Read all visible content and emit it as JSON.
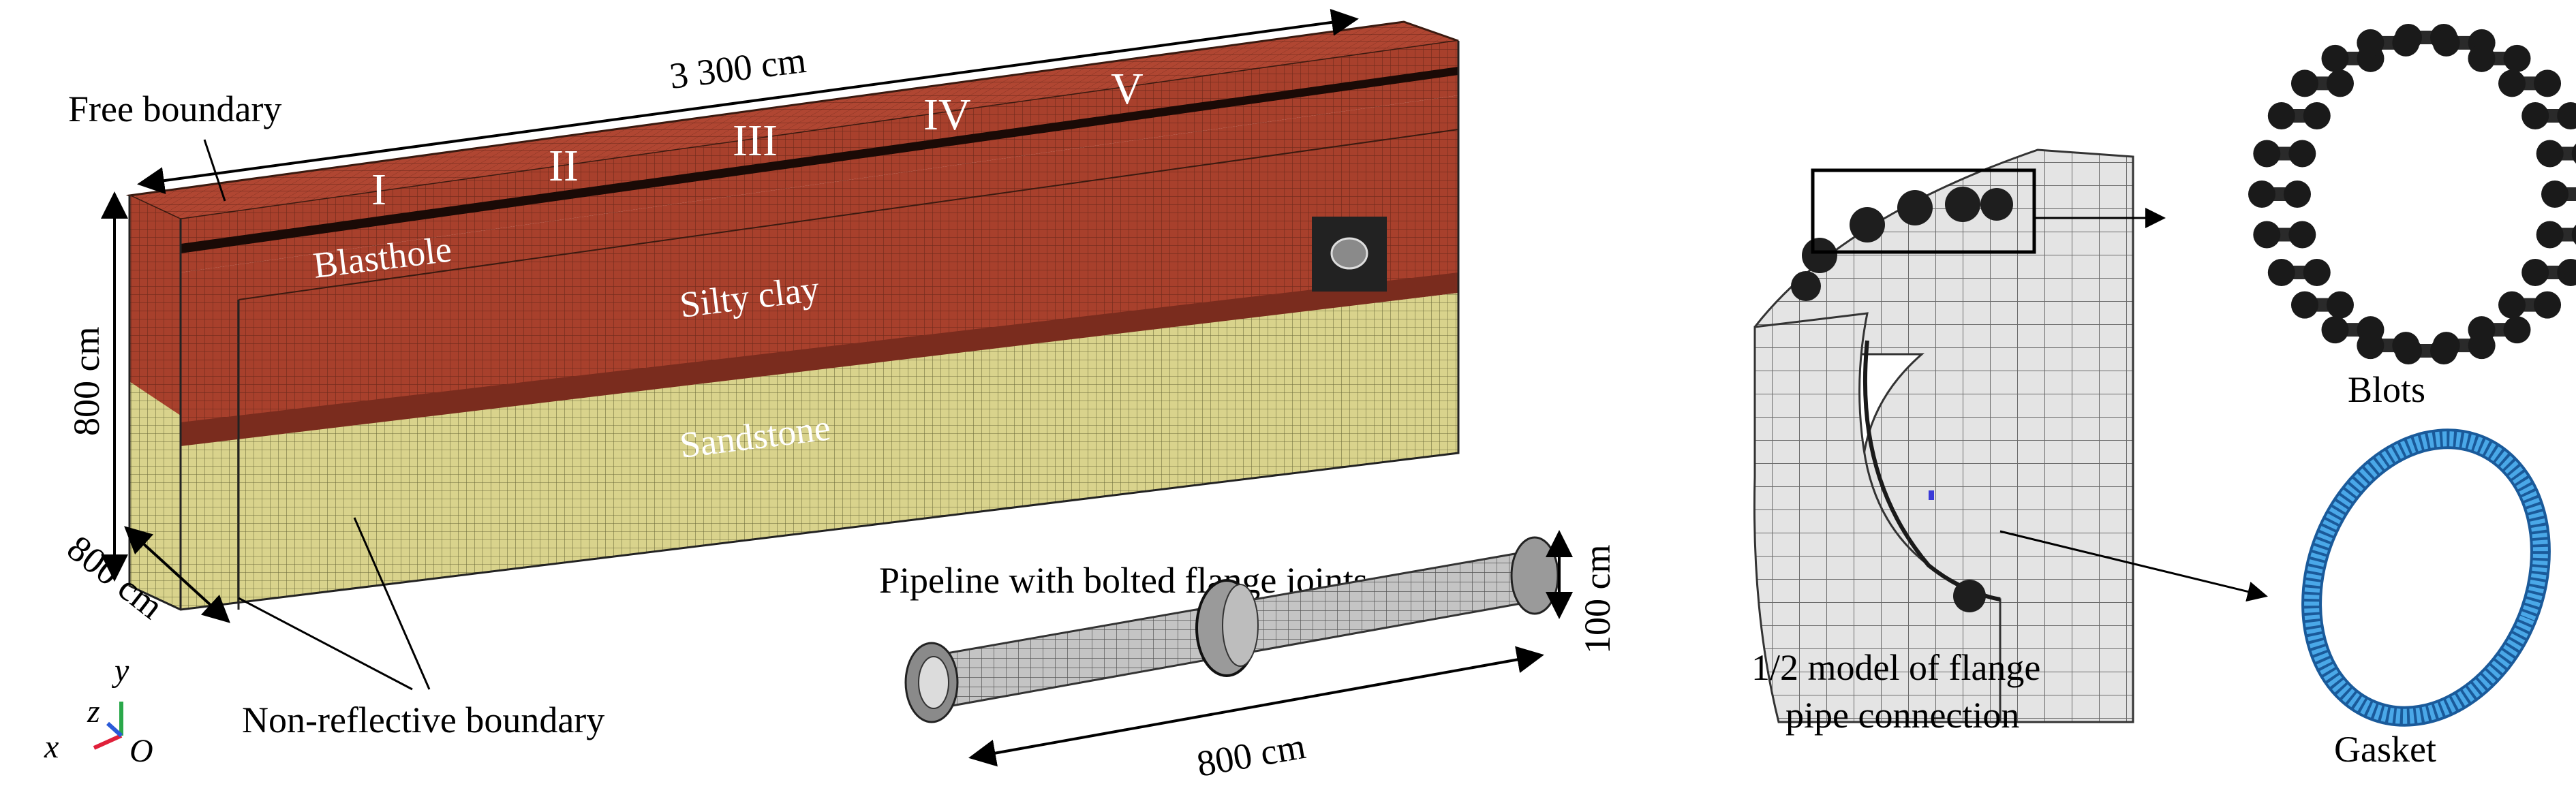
{
  "model": {
    "length_label": "3 300 cm",
    "height_label": "800 cm",
    "depth_label": "800 cm",
    "free_boundary_label": "Free boundary",
    "blasthole_label": "Blasthole",
    "silty_clay_label": "Silty clay",
    "sandstone_label": "Sandstone",
    "nonreflective_label": "Non-reflective boundary",
    "sections": [
      "I",
      "II",
      "III",
      "IV",
      "V"
    ],
    "colors": {
      "clay": "#a8402c",
      "clay_dark": "#7a2c1e",
      "sandstone": "#d8d28a",
      "mesh_line": "#3a2a1a"
    }
  },
  "axes": {
    "x": "x",
    "y": "y",
    "z": "z",
    "origin": "O",
    "colors": {
      "x": "#e0203a",
      "y": "#2aa84a",
      "z": "#2a5ad8"
    }
  },
  "pipeline": {
    "title": "Pipeline with bolted flange joints",
    "diameter_label": "100 cm",
    "length_label": "800 cm"
  },
  "flange": {
    "model_label_line1": "1/2 model of flange",
    "model_label_line2": "pipe connection",
    "bolts_label": "Blots",
    "gasket_label": "Gasket",
    "gasket_color": "#4aa8e8"
  }
}
